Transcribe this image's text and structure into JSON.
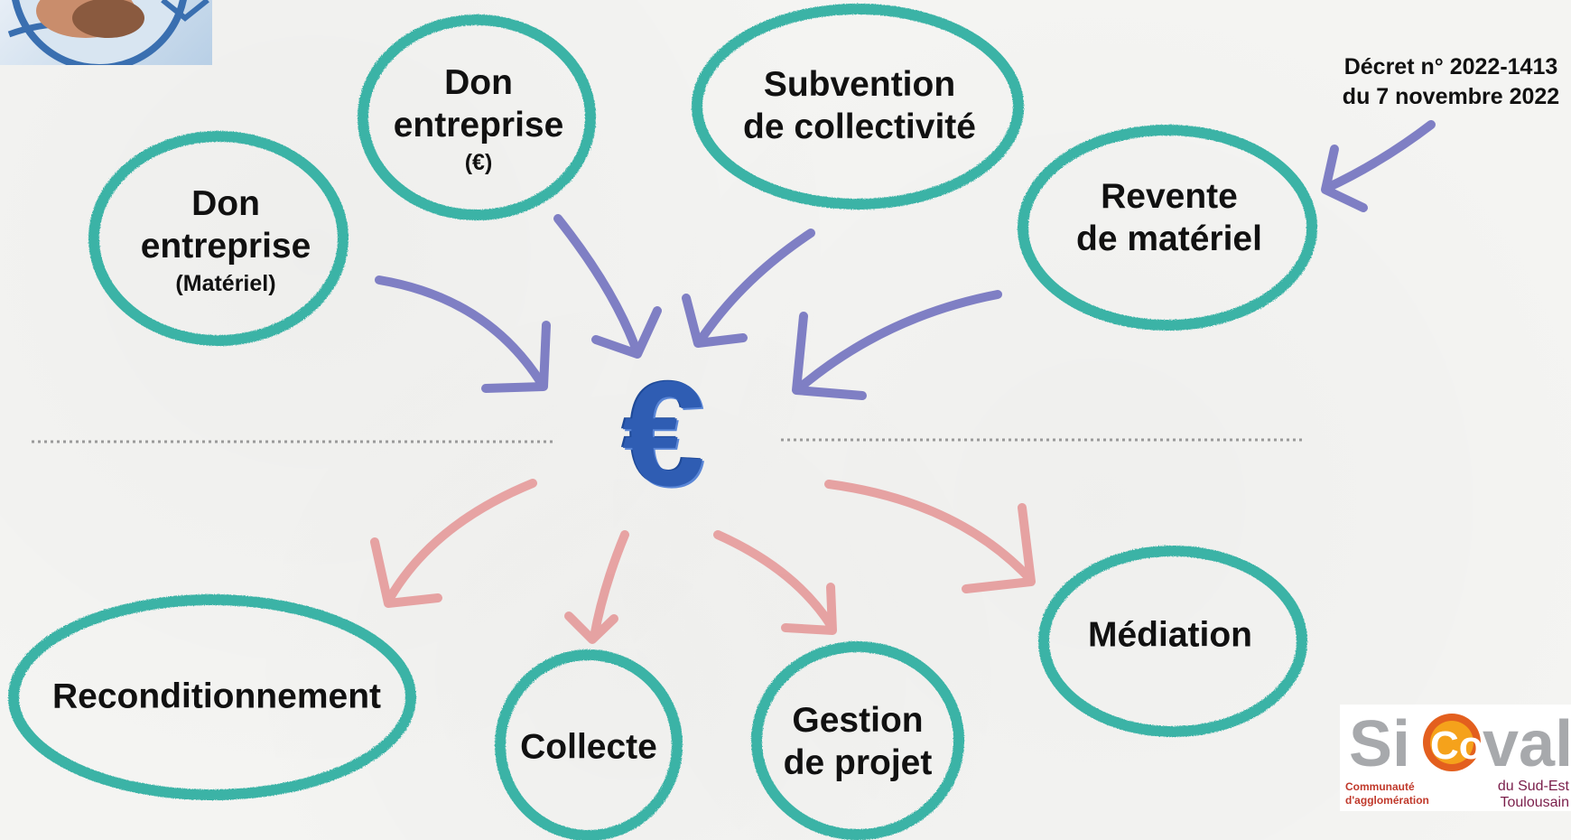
{
  "sources": [
    {
      "main": "Don",
      "main2": "entreprise",
      "sub": "(Matériel)"
    },
    {
      "main": "Don",
      "main2": "entreprise",
      "sub": "(€)"
    },
    {
      "main": "Subvention",
      "main2": "de collectivité"
    },
    {
      "main": "Revente",
      "main2": "de matériel"
    }
  ],
  "uses": [
    {
      "main": "Reconditionnement"
    },
    {
      "main": "Collecte"
    },
    {
      "main": "Gestion",
      "main2": "de projet"
    },
    {
      "main": "Médiation"
    }
  ],
  "center_symbol": "€",
  "decree": {
    "line1": "Décret n° 2022-1413",
    "line2": "du 7 novembre 2022"
  },
  "logo": {
    "brand_left": "Si",
    "brand_mid": "Co",
    "brand_right": "val",
    "tagline_left_1": "Communauté",
    "tagline_left_2": "d'agglomération",
    "tagline_right_1": "du Sud-Est",
    "tagline_right_2": "Toulousain"
  },
  "colors": {
    "bubble": "#3bb3a6",
    "incoming_arrow": "#7f7fc4",
    "outgoing_arrow": "#e59a9a",
    "euro": "#2f5db3",
    "divider": "#9a9a9a"
  }
}
